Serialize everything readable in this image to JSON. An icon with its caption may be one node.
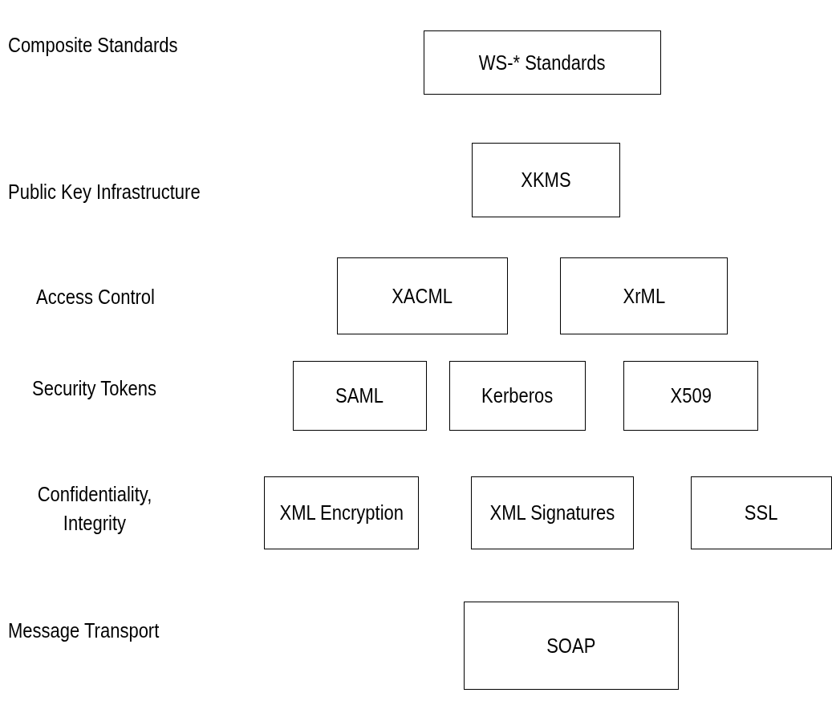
{
  "diagram": {
    "nodes": [
      {
        "text": [
          "WS-* Standards"
        ]
      },
      {
        "text": [
          "XKMS"
        ]
      },
      {
        "text": [
          "XACML"
        ]
      },
      {
        "text": [
          "XrML"
        ]
      },
      {
        "text": [
          "SAML"
        ]
      },
      {
        "text": [
          "Kerberos"
        ]
      },
      {
        "text": [
          "X509"
        ]
      },
      {
        "text": [
          "XML Encryption"
        ]
      },
      {
        "text": [
          "XML Signatures"
        ]
      },
      {
        "text": [
          "SSL"
        ]
      },
      {
        "text": [
          "SOAP"
        ]
      }
    ],
    "labels": [
      "Composite Standards",
      "Public Key Infrastructure",
      "Access Control",
      "Security Tokens",
      "Confidentiality, Integrity",
      "Message Transport"
    ]
  }
}
